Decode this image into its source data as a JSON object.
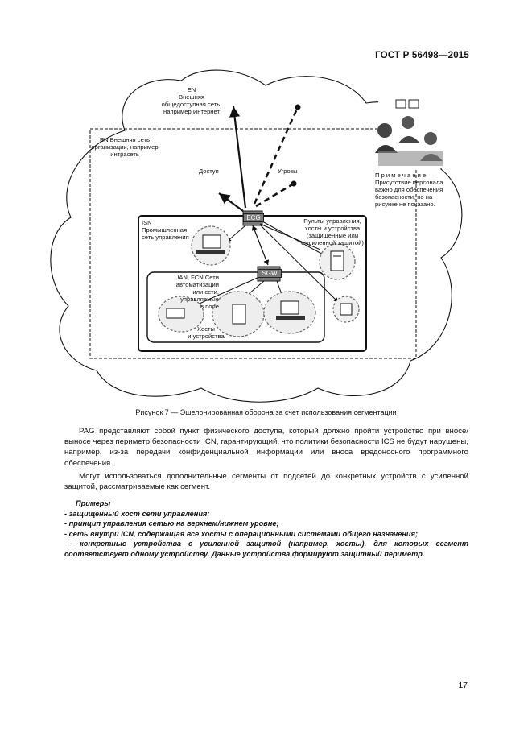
{
  "header": {
    "standard": "ГОСТ Р 56498—2015"
  },
  "figure": {
    "en_external": "EN\nВнешняя\nобщедоступная сеть,\nнапример  Интернет",
    "en_org": "EN  Внешняя сеть\nорганизации, например\nинтрасеть",
    "access_label": "Доступ",
    "threats_label": "Угрозы",
    "ecg": "ECG",
    "sgw": "SGW",
    "isn": "ISN\nПромышленная\nсеть управления",
    "consoles": "Пульты управления,\nхосты и устройства\n(защищенные или\nс усиленной защитой)",
    "ian_fcn": "IAN, FCN  Сети\nавтоматизации\nили сети,\nуправляемые\nв поле",
    "hosts_devices": "Хосты\nи устройства",
    "note": "П р и м е ч а н и е —\nПрисутствие персонала\nважно для обеспечения\nбезопасности, но на\nрисунке не показано."
  },
  "caption": "Рисунок 7 — Эшелонированная оборона за счет использования сегментации",
  "paragraphs": {
    "p1": "PAG представляют собой пункт физического доступа, который должно пройти устройство при вносе/выносе через периметр безопасности ICN, гарантирующий, что политики безопасности ICS не будут нарушены, например, из-за передачи конфиденциальной информации или вноса вредоносного программного обеспечения.",
    "p2": "Могут использоваться дополнительные сегменты от подсетей до конкретных устройств с усиленной защитой, рассматриваемые как сегмент."
  },
  "examples": {
    "title": "Примеры",
    "items": [
      "- защищенный хост сети управления;",
      "- принцип управления сетью на верхнем/нижнем уровне;",
      "- сеть внутри ICN, содержащая все хосты с операционными системами общего назначения;",
      "- конкретные устройства с усиленной защитой (например, хосты), для которых сегмент соответствует одному устройству. Данные устройства формируют защитный периметр."
    ]
  },
  "page_number": "17"
}
